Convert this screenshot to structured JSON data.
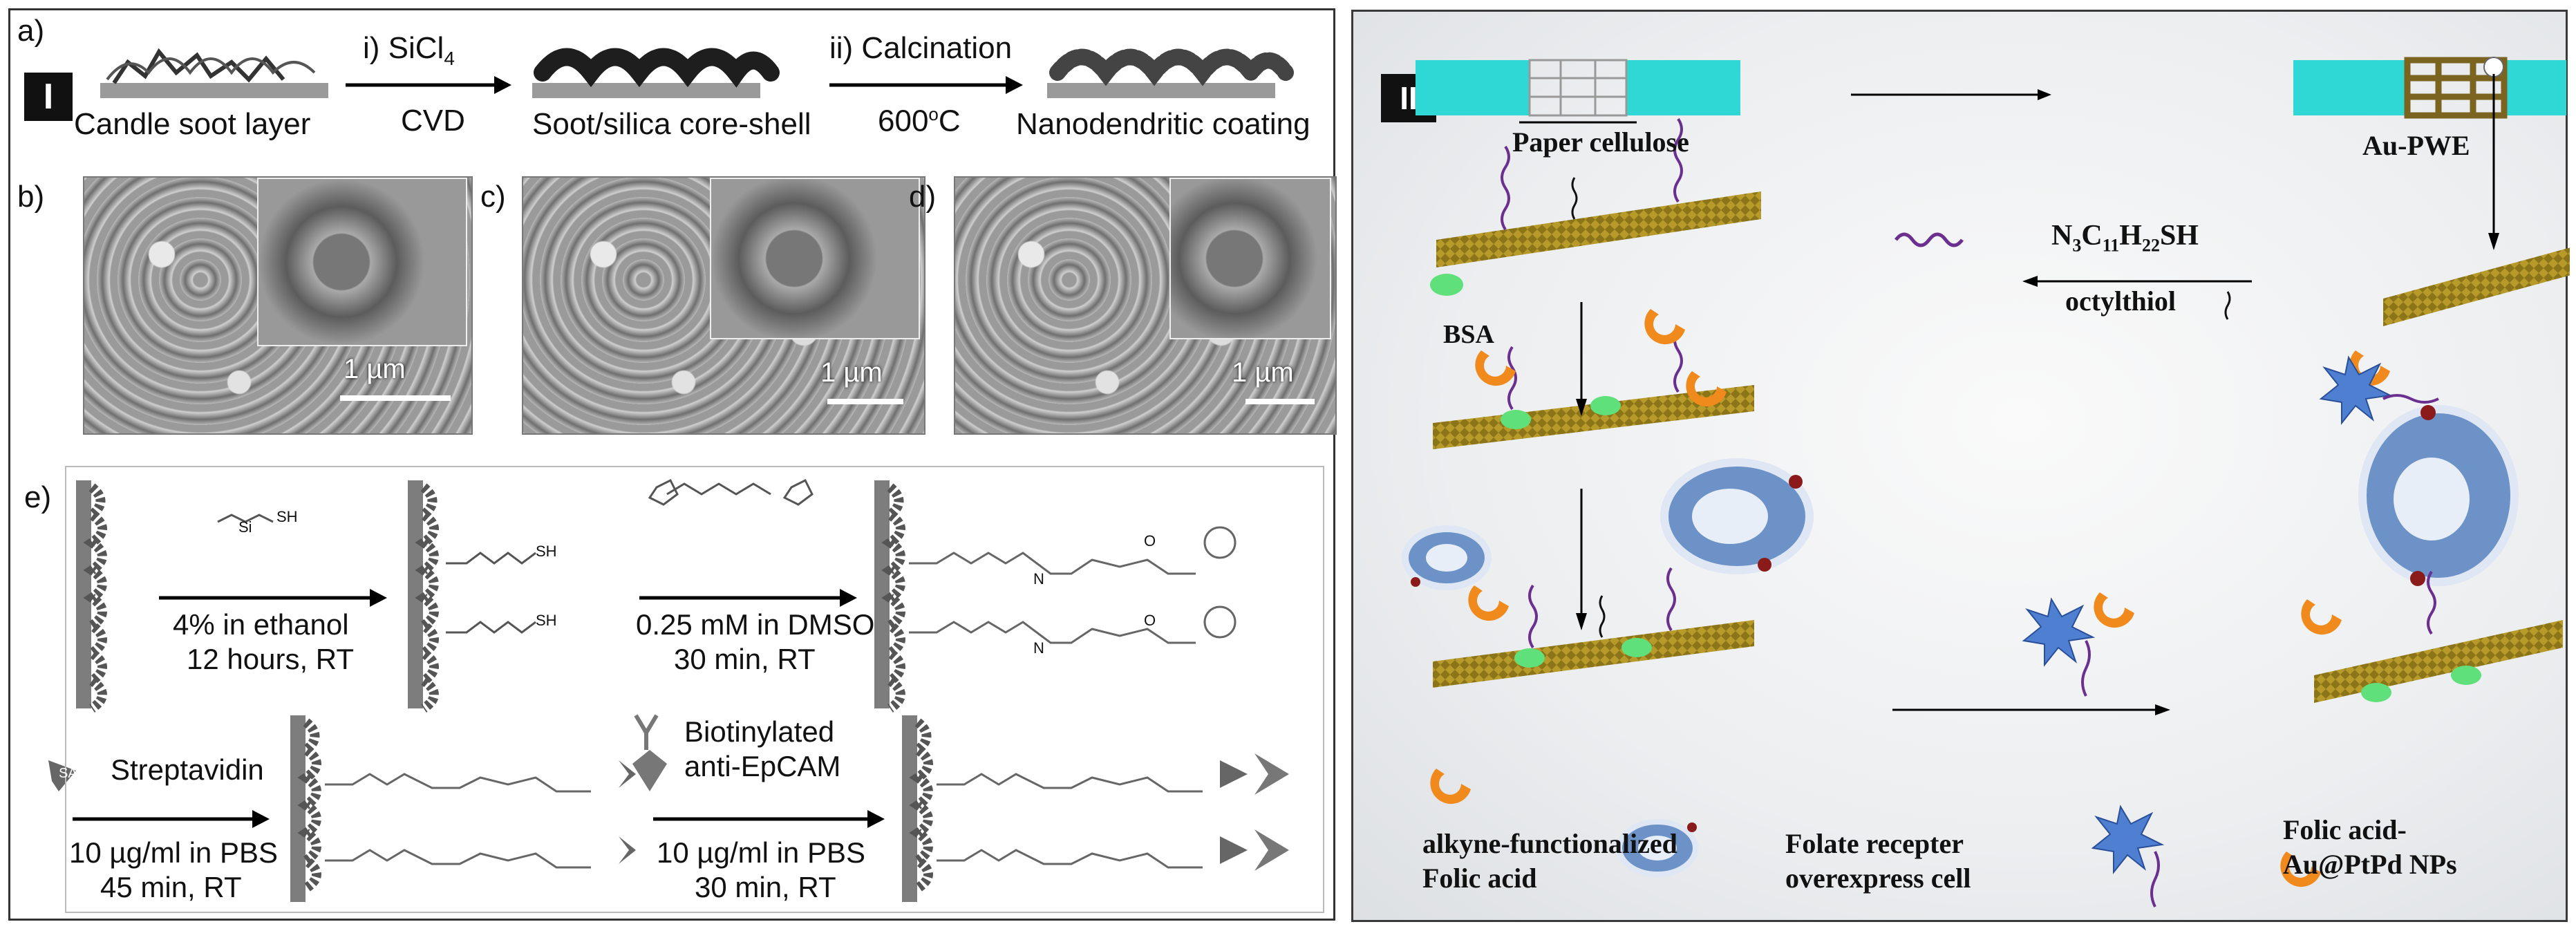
{
  "panel1": {
    "badge": "I",
    "a": {
      "label": "a)",
      "step1": {
        "top": "i)  SiCl",
        "top_sub": "4",
        "bottom": "CVD"
      },
      "step2": {
        "top": "ii)  Calcination",
        "bottom_num": "600",
        "bottom_sup": "o",
        "bottom_unit": "C"
      },
      "stages": [
        "Candle soot layer",
        "Soot/silica core-shell",
        "Nanodendritic coating"
      ]
    },
    "sem": [
      {
        "label": "b)",
        "scale": "1 µm"
      },
      {
        "label": "c)",
        "scale": "1 µm"
      },
      {
        "label": "d)",
        "scale": "1 µm"
      }
    ],
    "e": {
      "label": "e)",
      "step1": [
        "4% in ethanol",
        "12 hours, RT"
      ],
      "step2": [
        "0.25 mM in DMSO",
        "30 min, RT"
      ],
      "step3": {
        "legend": "Streptavidin",
        "lines": [
          "10 µg/ml in PBS",
          "45 min, RT"
        ]
      },
      "step4": {
        "legend1": "Biotinylated",
        "legend2": "anti-EpCAM",
        "lines": [
          "10 µg/ml in PBS",
          "30 min, RT"
        ]
      },
      "chem": {
        "sh": "SH",
        "si": "Si",
        "o": "O",
        "n": "N",
        "sa": "SA"
      }
    }
  },
  "panel2": {
    "badge": "II",
    "paper_label": "Paper cellulose",
    "aupwe_label": "Au-PWE",
    "reagent": {
      "pre": "N",
      "s1": "3",
      "c": "C",
      "s2": "11",
      "h": "H",
      "s3": "22",
      "post": "SH"
    },
    "octylthiol": "octylthiol",
    "bsa": "BSA",
    "legend": {
      "folic": [
        "alkyne-functionalized",
        "Folic acid"
      ],
      "cell": [
        "Folate recepter",
        "overexpress cell"
      ],
      "np": [
        "Folic acid-",
        "Au@PtPd NPs"
      ]
    },
    "colors": {
      "electrode": "#2fd8d4",
      "gold": "#b79a2a",
      "folic": "#f08a1c",
      "linker": "#6b2f8f",
      "bsa": "#5fe07a",
      "cell": "#6d92c8",
      "np": "#4f7fd0"
    }
  }
}
